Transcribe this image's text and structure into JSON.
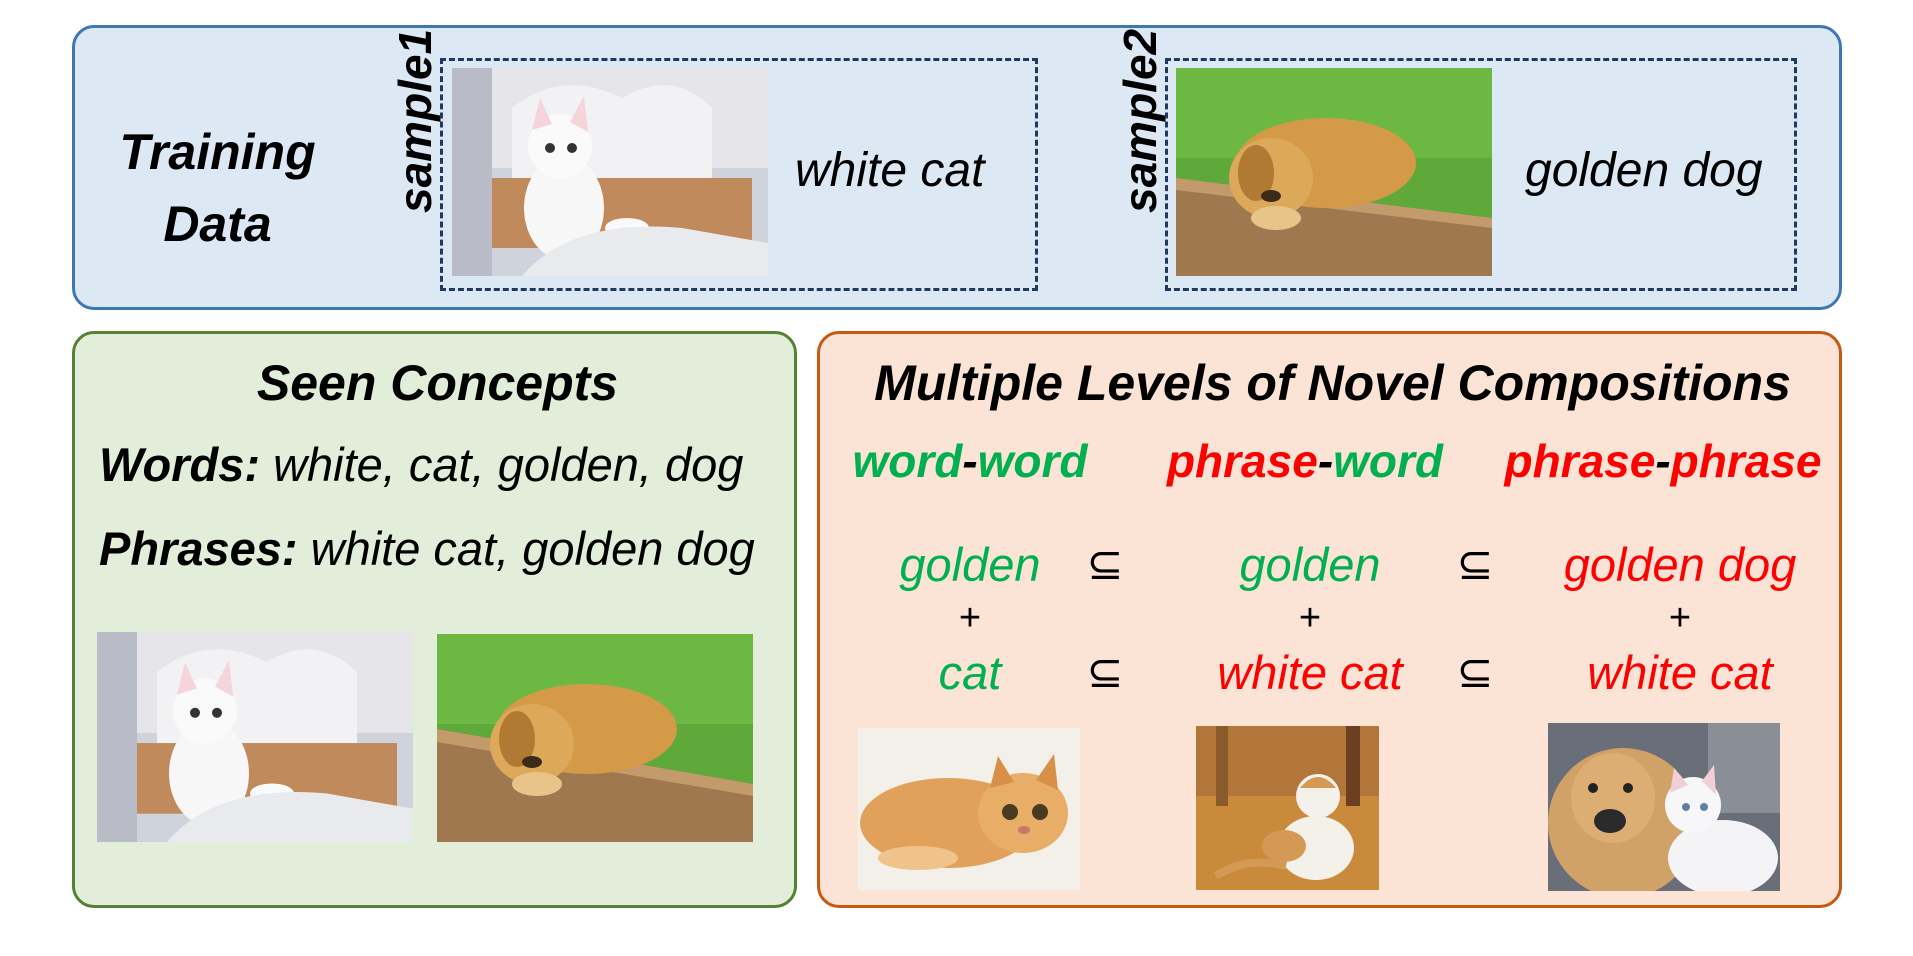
{
  "training": {
    "title_line1": "Training",
    "title_line2": "Data",
    "samples": [
      {
        "label": "sample1",
        "caption": "white cat",
        "image": "white-cat-photo"
      },
      {
        "label": "sample2",
        "caption": "golden dog",
        "image": "golden-dog-photo"
      }
    ]
  },
  "seen": {
    "title": "Seen Concepts",
    "words_label": "Words:",
    "words_value": " white, cat, golden, dog",
    "phrases_label": "Phrases:",
    "phrases_value": " white cat, golden dog",
    "images": [
      "white-cat-photo",
      "golden-dog-photo"
    ]
  },
  "novel": {
    "title": "Multiple Levels of Novel Compositions",
    "levels": [
      {
        "a": "word",
        "sep": "-",
        "b": "word"
      },
      {
        "a": "phrase",
        "sep": "-",
        "b": "word"
      },
      {
        "a": "phrase",
        "sep": "-",
        "b": "phrase"
      }
    ],
    "columns": [
      {
        "top": "golden",
        "plus": "+",
        "bottom": "cat",
        "image": "orange-cat-photo"
      },
      {
        "top": "golden",
        "plus": "+",
        "bottom": "white cat",
        "image": "orange-white-cat-photo"
      },
      {
        "top": "golden dog",
        "plus": "+",
        "bottom": "white cat",
        "image": "dog-and-cat-photo"
      }
    ],
    "subset_symbol": "⊆"
  },
  "colors": {
    "word": "#00b050",
    "phrase": "#ff0000",
    "training_bg": "#dde8f5",
    "seen_bg": "#e2eed9",
    "novel_bg": "#fbe3d6"
  }
}
